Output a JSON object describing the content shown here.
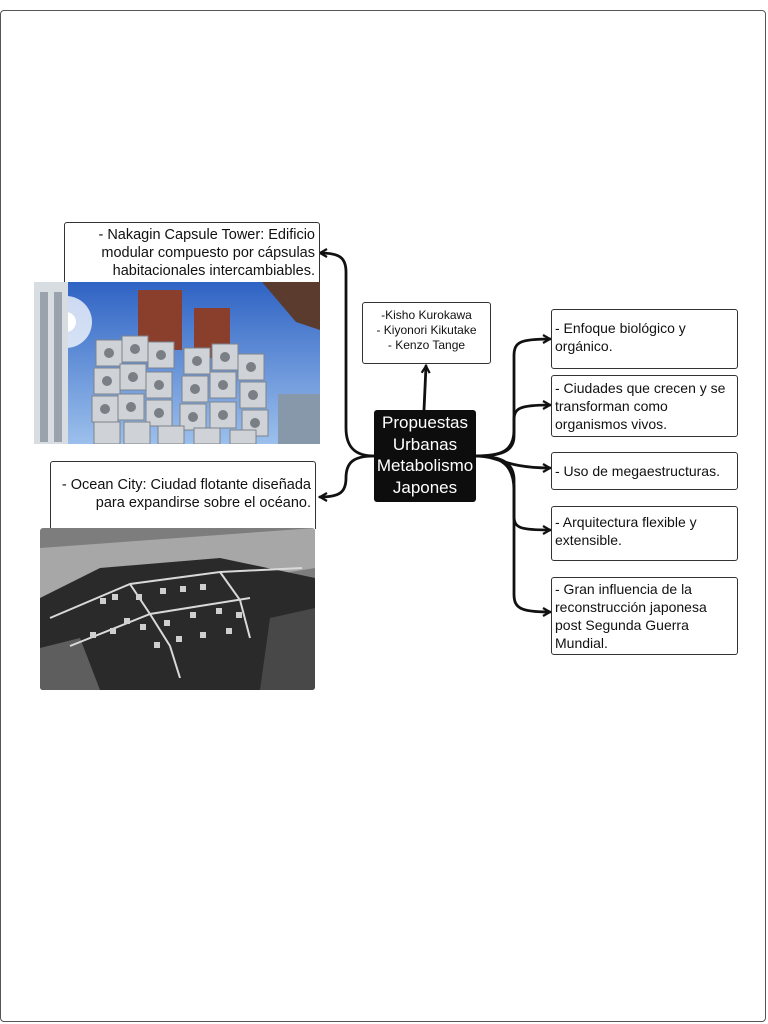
{
  "center": {
    "lines": [
      "Propuestas",
      "Urbanas",
      "Metabolismo",
      "Japones"
    ]
  },
  "architects": [
    "-Kisho Kurokawa",
    "- Kiyonori Kikutake",
    "- Kenzo Tange"
  ],
  "examples": [
    {
      "text": "- Nakagin Capsule Tower: Edificio modular compuesto por cápsulas habitacionales intercambiables."
    },
    {
      "text": "- Ocean City: Ciudad flotante diseñada para expandirse sobre el océano."
    }
  ],
  "characteristics": [
    {
      "text": "- Enfoque biológico y orgánico."
    },
    {
      "text": "- Ciudades que crecen y se transforman como organismos vivos."
    },
    {
      "text": "- Uso de megaestructuras."
    },
    {
      "text": "- Arquitectura flexible y extensible."
    },
    {
      "text": "- Gran influencia de la reconstrucción japonesa post Segunda Guerra Mundial."
    }
  ]
}
